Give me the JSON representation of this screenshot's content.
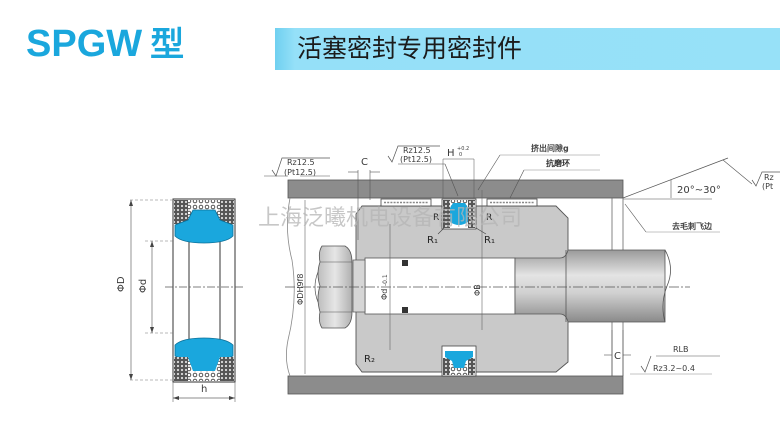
{
  "header": {
    "model": "SPGW",
    "model_suffix": "型",
    "subtitle": "活塞密封专用密封件"
  },
  "colors": {
    "brand_blue": "#1aa7dd",
    "bar_blue": "#97e1f8",
    "seal_blue": "#1aa7dd",
    "metal_gray": "#8c8c8c",
    "piston_gray": "#c9c9c9"
  },
  "watermark": "上海泛曦机电设备有限公司",
  "section_view": {
    "dim_outer": "ΦD",
    "dim_inner": "Φd",
    "dim_width": "h"
  },
  "assembly_view": {
    "roughness_left_1": "Rz12.5",
    "roughness_left_2": "(Pt12.5)",
    "chamfer_c_top": "C",
    "roughness_mid_1": "Rz12.5",
    "roughness_mid_2": "(Pt12.5)",
    "groove_width": "H",
    "groove_tol_upper": "+0.2",
    "groove_tol_lower": "0",
    "label_extrusion_gap": "挤出间隙g",
    "label_wear_ring": "抗磨环",
    "angle": "20°~30°",
    "roughness_right_1": "Rz",
    "roughness_right_2": "(Pt",
    "label_deburr": "去毛刺飞边",
    "radius_r": "R",
    "radius_r1": "R₁",
    "radius_r2": "R₂",
    "dim_bore": "ΦDH9f8",
    "dim_groove": "Φd",
    "dim_groove_tol": "-0.1",
    "dim_piston": "ΦB",
    "chamfer_c_bottom": "C",
    "roughness_bottom_label": "RLB",
    "roughness_bottom_value": "Rz3.2~0.4"
  }
}
